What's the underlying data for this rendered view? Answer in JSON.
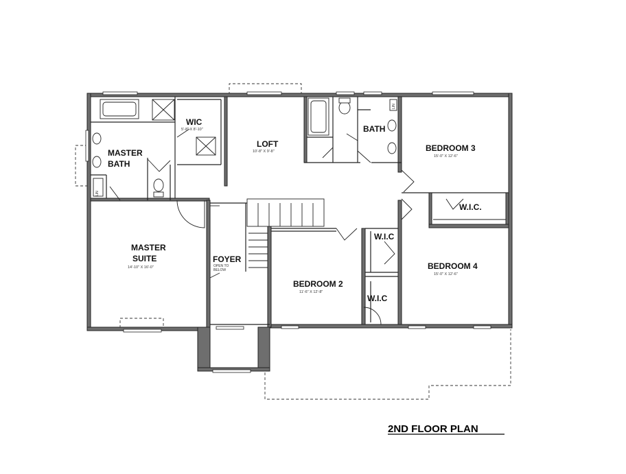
{
  "plan_title": "2ND FLOOR PLAN",
  "rooms": {
    "wic_master": {
      "name": "WIC",
      "dims": "5'-8\" X 8'-10\""
    },
    "master_bath": {
      "name_line1": "MASTER",
      "name_line2": "BATH"
    },
    "loft": {
      "name": "LOFT",
      "dims": "10'-8\" X 9'-8\""
    },
    "bath": {
      "name": "BATH"
    },
    "bedroom3": {
      "name": "BEDROOM 3",
      "dims": "15'-0\" X 12'-6\""
    },
    "wic_bed3": {
      "name": "W.I.C."
    },
    "master_suite": {
      "name_line1": "MASTER",
      "name_line2": "SUITE",
      "dims": "14'-10\" X 16'-0\""
    },
    "foyer": {
      "name": "FOYER",
      "note_line1": "OPEN TO",
      "note_line2": "BELOW"
    },
    "bedroom2": {
      "name": "BEDROOM 2",
      "dims": "11'-6\" X 12'-8\""
    },
    "wic_bed2_upper": {
      "name": "W.I.C"
    },
    "wic_bed2_lower": {
      "name": "W.I.C"
    },
    "bedroom4": {
      "name": "BEDROOM 4",
      "dims": "15'-0\" X 12'-6\""
    }
  },
  "labels": {
    "linen_master": "LIN",
    "linen_bath": "LIN"
  }
}
